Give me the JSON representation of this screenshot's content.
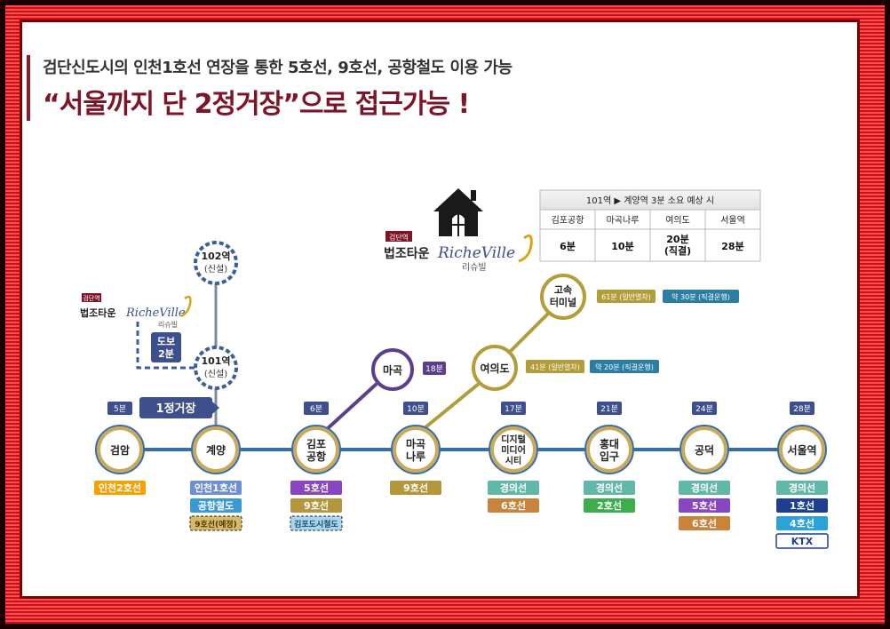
{
  "headline": {
    "sub": "검단신도시의 인천1호선 연장을 통한 5호선, 9호선, 공항철도 이용 가능",
    "main": "“서울까지 단 2정거장”으로 접근가능 !"
  },
  "brand": {
    "badge": "검단역",
    "town": "법조타운",
    "logo": "RicheVille",
    "sub": "리슈빌"
  },
  "walk": {
    "label1": "도보",
    "label2": "2분"
  },
  "one_stop": "1정거장",
  "time_table": {
    "title": "101역 ▶ 계양역 3분 소요 예상 시",
    "headers": [
      "김포공항",
      "마곡나루",
      "여의도",
      "서울역"
    ],
    "values": [
      "6분",
      "10분",
      "20분\n(직결)",
      "28분"
    ],
    "value_lines": [
      [
        "6분"
      ],
      [
        "10분"
      ],
      [
        "20분",
        "(직결)"
      ],
      [
        "28분"
      ]
    ]
  },
  "branch": {
    "s102": [
      "102역",
      "(신설)"
    ],
    "s101": [
      "101역",
      "(신설)"
    ],
    "magok": "마곡",
    "magok_time": "18분",
    "yeouido": "여의도",
    "yeouido_normal": "41분 (일반열차)",
    "yeouido_express": "약 20분 (직결운행)",
    "terminal": [
      "고속",
      "터미널"
    ],
    "terminal_normal": "61분 (일반열차)",
    "terminal_express": "약 30분 (직결운행)"
  },
  "stations": [
    {
      "name": [
        "검암"
      ],
      "time": "5분",
      "lines": [
        {
          "label": "인천2호선",
          "color": "#f5a200",
          "text": "#ffffff"
        }
      ]
    },
    {
      "name": [
        "계양"
      ],
      "time": "",
      "lines": [
        {
          "label": "인천1호선",
          "color": "#6f8fd4",
          "text": "#ffffff"
        },
        {
          "label": "공항철도",
          "color": "#3a9bd2",
          "text": "#ffffff"
        },
        {
          "label": "9호선(예정)",
          "color": "#d9b86a",
          "text": "#4a3a00",
          "dashed": true
        }
      ]
    },
    {
      "name": [
        "김포",
        "공항"
      ],
      "time": "6분",
      "lines": [
        {
          "label": "5호선",
          "color": "#8a45c2",
          "text": "#ffffff"
        },
        {
          "label": "9호선",
          "color": "#b3973a",
          "text": "#ffffff"
        },
        {
          "label": "김포도시철도",
          "color": "#a8d4ee",
          "text": "#1a4a70",
          "dashed": true
        }
      ]
    },
    {
      "name": [
        "마곡",
        "나루"
      ],
      "time": "10분",
      "lines": [
        {
          "label": "9호선",
          "color": "#b3973a",
          "text": "#ffffff"
        }
      ]
    },
    {
      "name": [
        "디지털",
        "미디어",
        "시티"
      ],
      "time": "17분",
      "lines": [
        {
          "label": "경의선",
          "color": "#5fb8a8",
          "text": "#ffffff"
        },
        {
          "label": "6호선",
          "color": "#c9843b",
          "text": "#ffffff"
        }
      ]
    },
    {
      "name": [
        "홍대",
        "입구"
      ],
      "time": "21분",
      "lines": [
        {
          "label": "경의선",
          "color": "#5fb8a8",
          "text": "#ffffff"
        },
        {
          "label": "2호선",
          "color": "#3cae4c",
          "text": "#ffffff"
        }
      ]
    },
    {
      "name": [
        "공덕"
      ],
      "time": "24분",
      "lines": [
        {
          "label": "경의선",
          "color": "#5fb8a8",
          "text": "#ffffff"
        },
        {
          "label": "5호선",
          "color": "#8a45c2",
          "text": "#ffffff"
        },
        {
          "label": "6호선",
          "color": "#c9843b",
          "text": "#ffffff"
        }
      ]
    },
    {
      "name": [
        "서울역"
      ],
      "time": "28분",
      "lines": [
        {
          "label": "경의선",
          "color": "#5fb8a8",
          "text": "#ffffff"
        },
        {
          "label": "1호선",
          "color": "#1e3f8f",
          "text": "#ffffff"
        },
        {
          "label": "4호선",
          "color": "#2ba2d8",
          "text": "#ffffff"
        },
        {
          "label": "KTX",
          "color": "#ffffff",
          "text": "#1e3f8f",
          "border": "#1e3f8f"
        }
      ]
    }
  ],
  "colors": {
    "main_line": "#3a6ea3",
    "branch_line": "#7d8aa1",
    "ring": "#c9a95c",
    "dashed_ring": "#3b5f9a",
    "purple": "#5b3f8a",
    "olive": "#b39d3a",
    "badge": "#3d4f8c",
    "express": "#2b7ea1"
  }
}
